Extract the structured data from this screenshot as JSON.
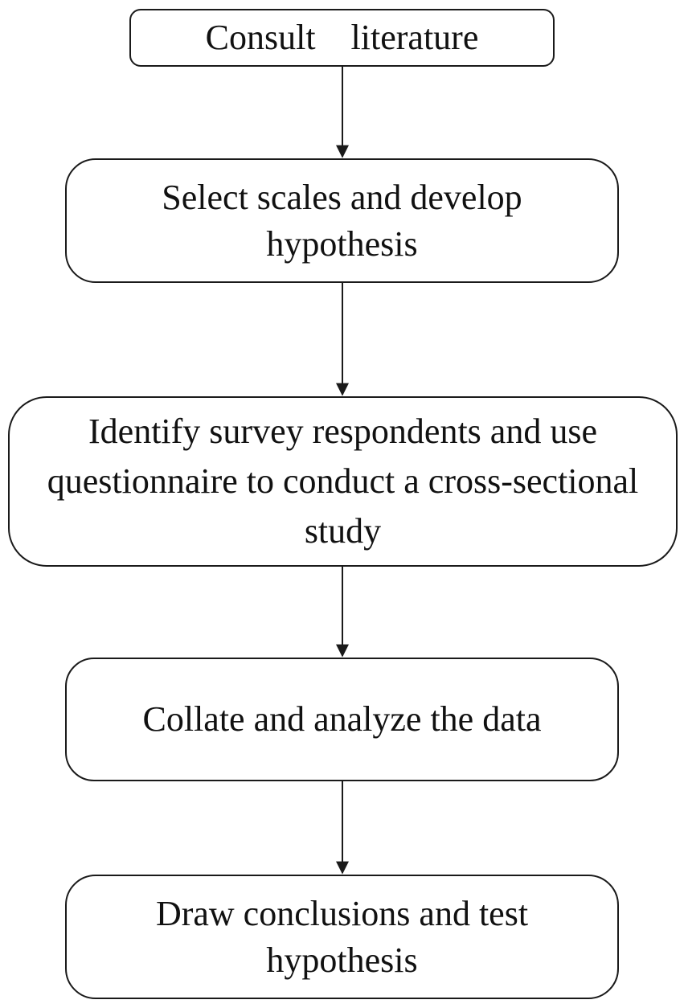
{
  "diagram": {
    "type": "flowchart",
    "direction": "top-to-bottom",
    "steps": [
      {
        "label": "Consult  literature"
      },
      {
        "label": "Select scales and develop hypothesis"
      },
      {
        "label": "Identify survey respondents and use questionnaire to conduct a cross-sectional study"
      },
      {
        "label": "Collate and analyze the data"
      },
      {
        "label": "Draw conclusions and test hypothesis"
      }
    ],
    "colors": {
      "stroke": "#1a1a1a",
      "fill": "#ffffff",
      "text": "#111111"
    }
  }
}
